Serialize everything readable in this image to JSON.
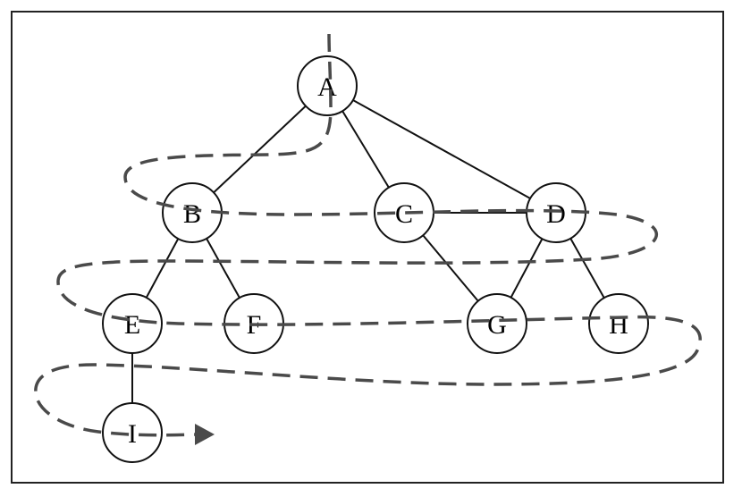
{
  "diagram": {
    "nodes": [
      {
        "id": "A",
        "label": "A"
      },
      {
        "id": "B",
        "label": "B"
      },
      {
        "id": "C",
        "label": "C"
      },
      {
        "id": "D",
        "label": "D"
      },
      {
        "id": "E",
        "label": "E"
      },
      {
        "id": "F",
        "label": "F"
      },
      {
        "id": "G",
        "label": "G"
      },
      {
        "id": "H",
        "label": "H"
      },
      {
        "id": "I",
        "label": "I"
      }
    ],
    "edges": [
      [
        "A",
        "B"
      ],
      [
        "A",
        "C"
      ],
      [
        "A",
        "D"
      ],
      [
        "B",
        "E"
      ],
      [
        "B",
        "F"
      ],
      [
        "C",
        "G"
      ],
      [
        "C",
        "D"
      ],
      [
        "D",
        "G"
      ],
      [
        "D",
        "H"
      ],
      [
        "E",
        "I"
      ]
    ],
    "traversal_order": [
      "A",
      "B",
      "C",
      "D",
      "E",
      "F",
      "G",
      "H",
      "I"
    ]
  },
  "colors": {
    "frame": "#222222",
    "edge": "#111111",
    "node_stroke": "#111111",
    "node_fill": "#ffffff",
    "traversal_path": "#4a4a4a"
  }
}
